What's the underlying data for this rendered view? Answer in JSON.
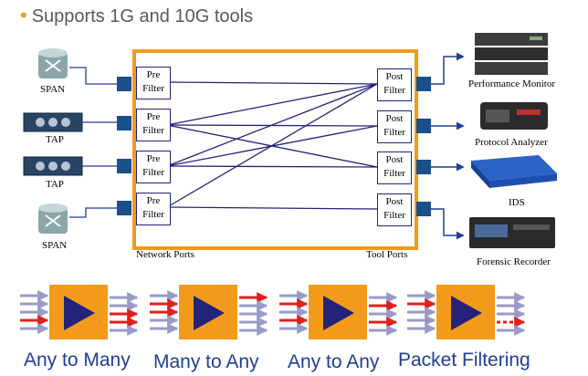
{
  "heading": "Supports 1G and 10G tools",
  "colors": {
    "accent_orange": "#f09a1e",
    "port_blue": "#1a4f8a",
    "line_navy": "#23237a",
    "arrow_blue": "#1f3f95",
    "red_arrow": "#e0201e",
    "gray_arrow": "#9a9ac8"
  },
  "filters": {
    "pre": [
      "Pre",
      "Filter"
    ],
    "post": [
      "Post",
      "Filter"
    ]
  },
  "sources": [
    "SPAN",
    "TAP",
    "TAP",
    "SPAN"
  ],
  "tools": [
    "Performance Monitor",
    "Protocol Analyzer",
    "IDS",
    "Forensic Recorder"
  ],
  "box_labels": {
    "network_ports": "Network Ports",
    "tool_ports": "Tool Ports"
  },
  "modes": [
    "Any to Many",
    "Many to Any",
    "Any to Any",
    "Packet Filtering"
  ]
}
